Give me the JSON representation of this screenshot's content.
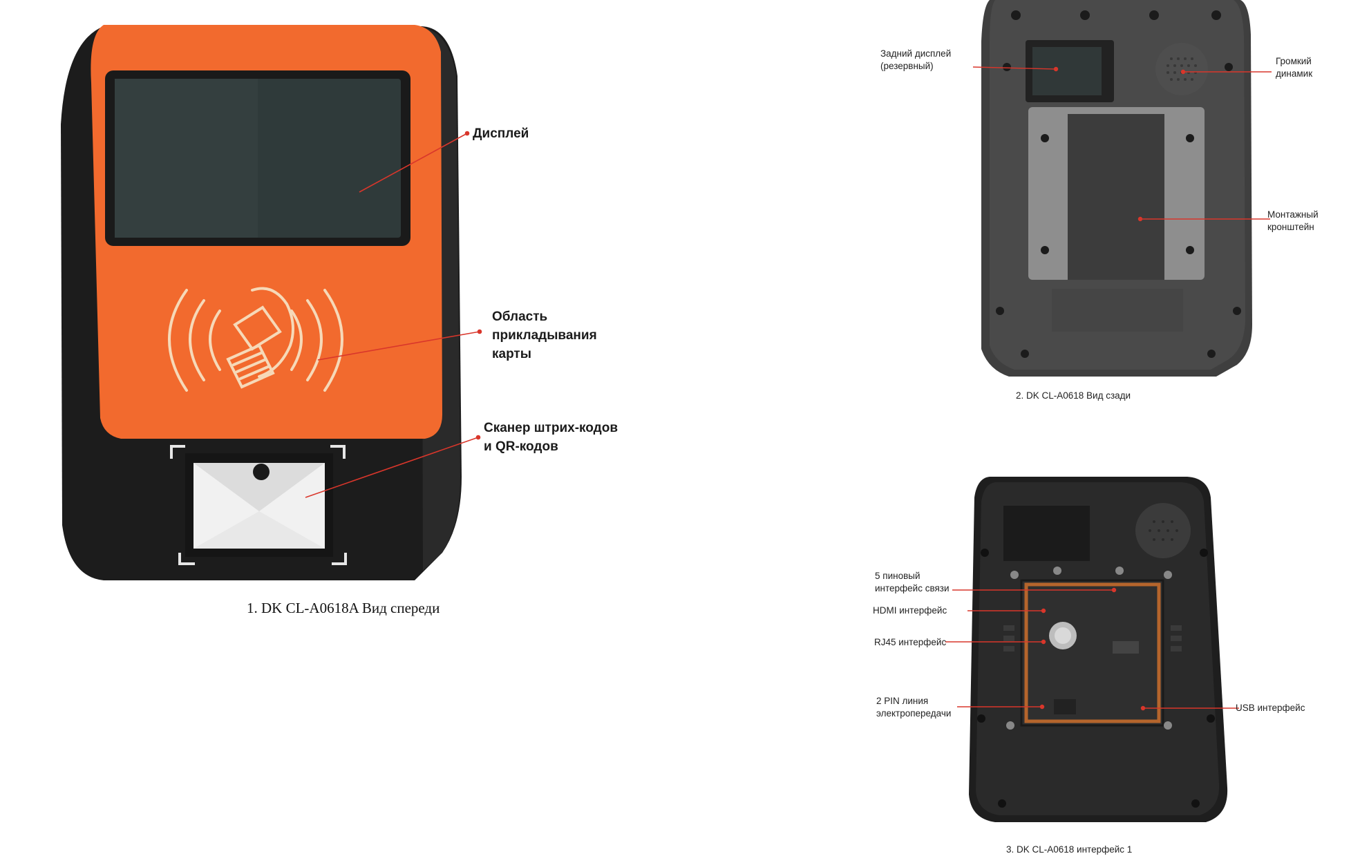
{
  "front_view": {
    "labels": {
      "display": "Дисплей",
      "card_area": [
        "Область",
        "прикладывания",
        "карты"
      ],
      "scanner": [
        "Сканер штрих-кодов",
        "и QR-кодов"
      ]
    },
    "caption": "1. DK CL-A0618A Вид спереди"
  },
  "back_view": {
    "labels": {
      "rear_display": [
        "Задний дисплей",
        "(резервный)"
      ],
      "speaker": [
        "Громкий",
        "динамик"
      ],
      "bracket": [
        "Монтажный",
        "кронштейн"
      ]
    },
    "caption": "2. DK CL-A0618 Вид сзади"
  },
  "interface_view": {
    "labels": {
      "five_pin": [
        "5 пиновый",
        "интерфейс связи"
      ],
      "hdmi": "HDMI интерфейс",
      "rj45": "RJ45 интерфейс",
      "two_pin": [
        "2 PIN линия",
        "электропередачи"
      ],
      "usb": "USB интерфейс"
    },
    "caption": "3. DK CL-A0618 интерфейс  1"
  },
  "colors": {
    "orange": "#f26a2e",
    "body_dark": "#1c1c1c",
    "leader_line": "#d9362b",
    "screen": "#2f3a3a",
    "card_symbol": "#f6d9b8"
  }
}
